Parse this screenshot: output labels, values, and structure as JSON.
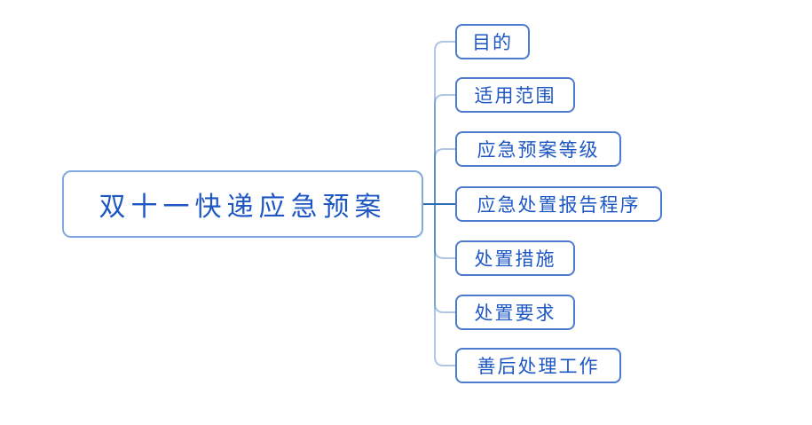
{
  "mindmap": {
    "root": {
      "label": "双十一快递应急预案"
    },
    "children": [
      "目的",
      "适用范围",
      "应急预案等级",
      "应急处置报告程序",
      "处置措施",
      "处置要求",
      "善后处理工作"
    ],
    "colors": {
      "background": "#ffffff",
      "text": "#1e57c4",
      "root_border": "#83a9de",
      "child_border": "#4d7bd0",
      "connector": "#2e6cb5"
    }
  }
}
